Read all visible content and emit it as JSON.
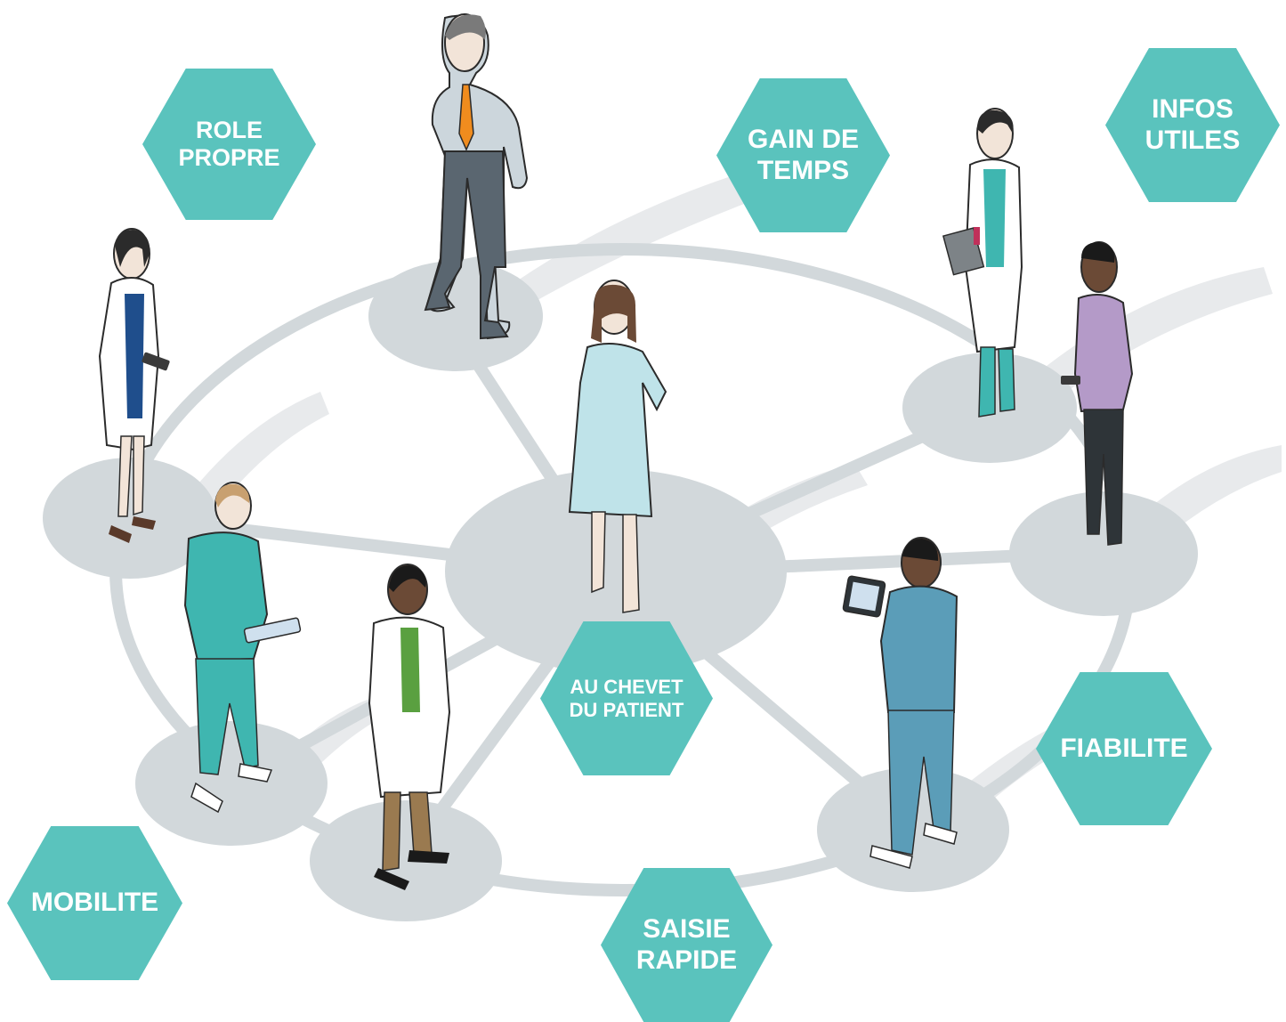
{
  "colors": {
    "hexagon": "#5ac3bd",
    "network": "#d2d8db",
    "shadow": "#e6e8ea",
    "lab_coat": "#ffffff",
    "scrubs_teal": "#3fb6b0",
    "scrubs_blue": "#5b9db8",
    "gown": "#bfe3e9",
    "skin": "#f2e4d8"
  },
  "hexagons": [
    {
      "id": "role-propre",
      "text": "ROLE\nPROPRE"
    },
    {
      "id": "gain-de-temps",
      "text": "GAIN DE\nTEMPS"
    },
    {
      "id": "infos-utiles",
      "text": "INFOS\nUTILES"
    },
    {
      "id": "au-chevet",
      "text": "AU CHEVET\nDU PATIENT"
    },
    {
      "id": "fiabilite",
      "text": "FIABILITE"
    },
    {
      "id": "mobilite",
      "text": "MOBILITE"
    },
    {
      "id": "saisie-rapide",
      "text": "SAISIE\nRAPIDE"
    }
  ],
  "people": [
    {
      "id": "male-doctor-tie",
      "icon": "doctor-with-stethoscope-icon"
    },
    {
      "id": "female-doctor-tablet",
      "icon": "doctor-with-tablet-icon"
    },
    {
      "id": "patient-gown",
      "icon": "patient-icon"
    },
    {
      "id": "female-doctor-clipboard",
      "icon": "doctor-with-clipboard-icon"
    },
    {
      "id": "nurse-purple",
      "icon": "nurse-with-phone-icon"
    },
    {
      "id": "male-nurse-tablet",
      "icon": "nurse-with-tablet-icon"
    },
    {
      "id": "male-doctor-thinking",
      "icon": "doctor-icon"
    },
    {
      "id": "nurse-blue-scrubs",
      "icon": "nurse-with-tablet-icon"
    }
  ]
}
